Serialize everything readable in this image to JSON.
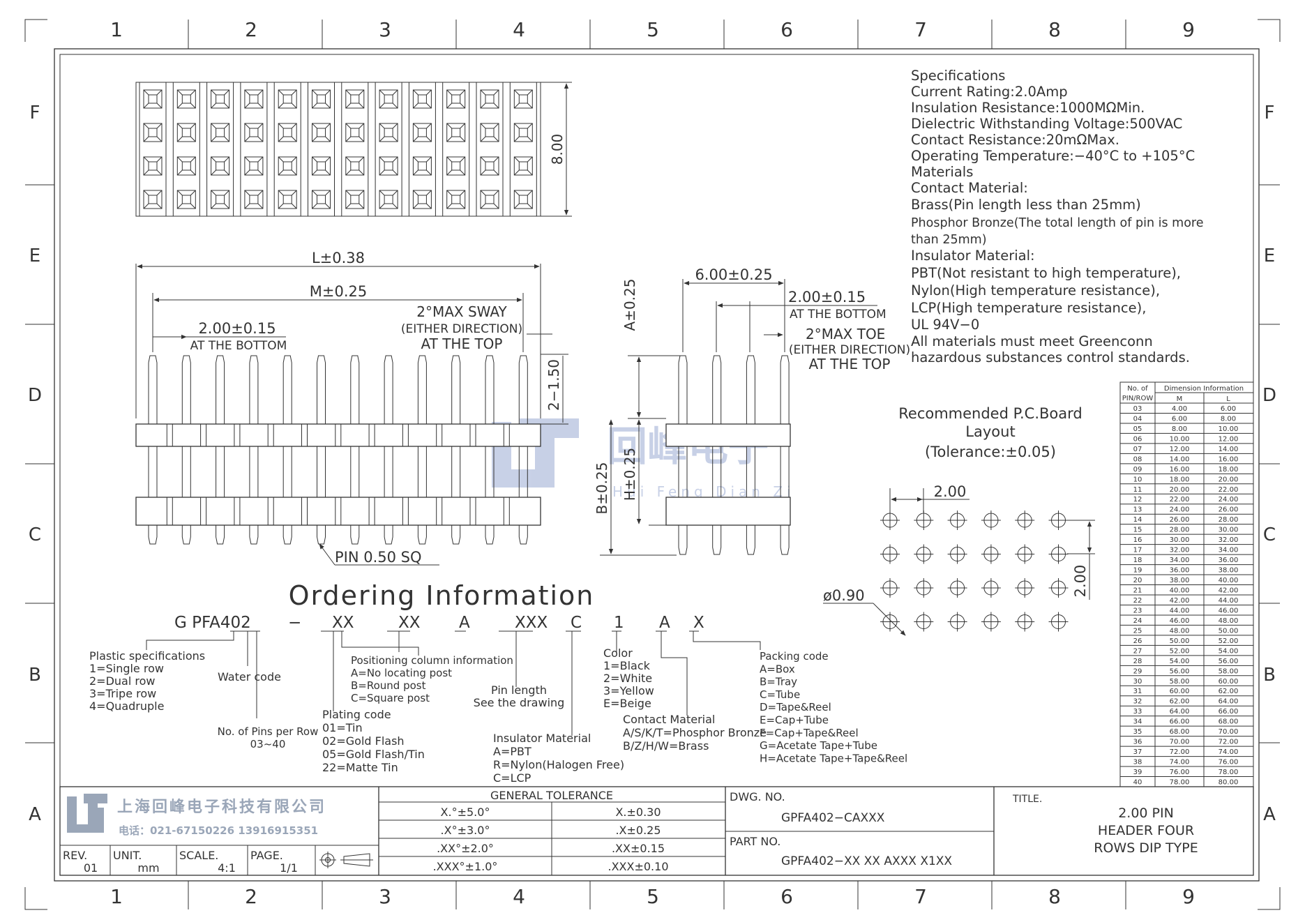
{
  "frame": {
    "col_labels": [
      "1",
      "2",
      "3",
      "4",
      "5",
      "6",
      "7",
      "8",
      "9"
    ],
    "row_labels": [
      "F",
      "E",
      "D",
      "C",
      "B",
      "A"
    ]
  },
  "specs": {
    "lines": [
      "Specifications",
      "Current  Rating:2.0Amp",
      "Insulation  Resistance:1000MΩMin.",
      "Dielectric  Withstanding  Voltage:500VAC",
      "Contact  Resistance:20mΩMax.",
      "Operating  Temperature:−40°C  to  +105°C",
      "Materials",
      "Contact  Material:",
      "Brass(Pin  length  less  than  25mm)",
      "Phosphor Bronze(The total length of pin is more",
      "than 25mm)",
      "Insulator  Material:",
      "PBT(Not  resistant  to  high  temperature),",
      "Nylon(High  temperature  resistance),",
      "LCP(High  temperature  resistance),",
      "UL  94V−0",
      "All  materials  must  meet  Greenconn",
      "hazardous  substances  control  standards."
    ]
  },
  "top_view": {
    "dim_height": "8.00"
  },
  "front_view": {
    "dim_L": "L±0.38",
    "dim_M": "M±0.25",
    "dim_pitch": "2.00±0.15",
    "dim_pitch_note": "AT THE BOTTOM",
    "sway_1": "2°MAX  SWAY",
    "sway_2": "(EITHER DIRECTION)",
    "sway_3": "AT  THE  TOP",
    "dim_tail": "2−1.50",
    "pin_note": "PIN  0.50  SQ"
  },
  "side_view": {
    "dim_A": "A±0.25",
    "dim_B": "B±0.25",
    "dim_H": "H±0.25",
    "dim_width": "6.00±0.25",
    "dim_pitch": "2.00±0.15",
    "dim_pitch_note": "AT THE BOTTOM",
    "toe_1": "2°MAX  TOE",
    "toe_2": "(EITHER DIRECTION)",
    "toe_3": "AT  THE  TOP"
  },
  "watermark": {
    "cn": "回峰电子",
    "en": "Hui Feng Dian Zi"
  },
  "pcb": {
    "title_1": "Recommended  P.C.Board",
    "title_2": "Layout",
    "title_3": "(Tolerance:±0.05)",
    "dim_pitch_x": "2.00",
    "dim_pitch_y": "2.00",
    "dim_hole": "ø0.90"
  },
  "dim_table": {
    "header_col1": "No.  of\nPIN/ROW",
    "header_group": "Dimension  Information",
    "header_m": "M",
    "header_l": "L",
    "rows": [
      [
        "03",
        "4.00",
        "6.00"
      ],
      [
        "04",
        "6.00",
        "8.00"
      ],
      [
        "05",
        "8.00",
        "10.00"
      ],
      [
        "06",
        "10.00",
        "12.00"
      ],
      [
        "07",
        "12.00",
        "14.00"
      ],
      [
        "08",
        "14.00",
        "16.00"
      ],
      [
        "09",
        "16.00",
        "18.00"
      ],
      [
        "10",
        "18.00",
        "20.00"
      ],
      [
        "11",
        "20.00",
        "22.00"
      ],
      [
        "12",
        "22.00",
        "24.00"
      ],
      [
        "13",
        "24.00",
        "26.00"
      ],
      [
        "14",
        "26.00",
        "28.00"
      ],
      [
        "15",
        "28.00",
        "30.00"
      ],
      [
        "16",
        "30.00",
        "32.00"
      ],
      [
        "17",
        "32.00",
        "34.00"
      ],
      [
        "18",
        "34.00",
        "36.00"
      ],
      [
        "19",
        "36.00",
        "38.00"
      ],
      [
        "20",
        "38.00",
        "40.00"
      ],
      [
        "21",
        "40.00",
        "42.00"
      ],
      [
        "22",
        "42.00",
        "44.00"
      ],
      [
        "23",
        "44.00",
        "46.00"
      ],
      [
        "24",
        "46.00",
        "48.00"
      ],
      [
        "25",
        "48.00",
        "50.00"
      ],
      [
        "26",
        "50.00",
        "52.00"
      ],
      [
        "27",
        "52.00",
        "54.00"
      ],
      [
        "28",
        "54.00",
        "56.00"
      ],
      [
        "29",
        "56.00",
        "58.00"
      ],
      [
        "30",
        "58.00",
        "60.00"
      ],
      [
        "31",
        "60.00",
        "62.00"
      ],
      [
        "32",
        "62.00",
        "64.00"
      ],
      [
        "33",
        "64.00",
        "66.00"
      ],
      [
        "34",
        "66.00",
        "68.00"
      ],
      [
        "35",
        "68.00",
        "70.00"
      ],
      [
        "36",
        "70.00",
        "72.00"
      ],
      [
        "37",
        "72.00",
        "74.00"
      ],
      [
        "38",
        "74.00",
        "76.00"
      ],
      [
        "39",
        "76.00",
        "78.00"
      ],
      [
        "40",
        "78.00",
        "80.00"
      ]
    ]
  },
  "ordering": {
    "title": "Ordering  Information",
    "code_parts": [
      "G  PFA402",
      "−",
      "XX",
      "XX",
      "A",
      "XXX",
      "C",
      "1",
      "A",
      "X"
    ],
    "plastic": [
      "Plastic  specifications",
      "1=Single  row",
      "2=Dual  row",
      "3=Tripe  row",
      "4=Quadruple"
    ],
    "water": "Water  code",
    "pins_per_row": [
      "No.  of  Pins per  Row",
      "03~40"
    ],
    "plating": [
      "Plating  code",
      "01=Tin",
      "02=Gold  Flash",
      "05=Gold  Flash/Tin",
      "22=Matte  Tin"
    ],
    "positioning": [
      "Positioning  column  information",
      "A=No  locating  post",
      "B=Round  post",
      "C=Square  post"
    ],
    "pin_length": [
      "Pin  length",
      "See  the  drawing"
    ],
    "insulator": [
      "Insulator  Material",
      "A=PBT",
      "R=Nylon(Halogen  Free)",
      "C=LCP"
    ],
    "color": [
      "Color",
      "1=Black",
      "2=White",
      "3=Yellow",
      "E=Beige"
    ],
    "contact": [
      "Contact  Material",
      "A/S/K/T=Phosphor  Bronze",
      "B/Z/H/W=Brass"
    ],
    "packing": [
      "Packing  code",
      "A=Box",
      "B=Tray",
      "C=Tube",
      "D=Tape&Reel",
      "E=Cap+Tube",
      "F=Cap+Tape&Reel",
      "G=Acetate  Tape+Tube",
      "H=Acetate  Tape+Tape&Reel"
    ]
  },
  "title_block": {
    "company": "上海回峰电子科技有限公司",
    "phone": "电话：021-67150226   13916915351",
    "rev_label": "REV.",
    "rev": "01",
    "unit_label": "UNIT.",
    "unit": "mm",
    "scale_label": "SCALE.",
    "scale": "4:1",
    "page_label": "PAGE.",
    "page": "1/1",
    "tol_title": "GENERAL TOLERANCE",
    "tol_rows": [
      [
        "X.°±5.0°",
        "X.±0.30"
      ],
      [
        ".X°±3.0°",
        ".X±0.25"
      ],
      [
        ".XX°±2.0°",
        ".XX±0.15"
      ],
      [
        ".XXX°±1.0°",
        ".XXX±0.10"
      ]
    ],
    "dwg_no_label": "DWG. NO.",
    "dwg_no": "GPFA402−CAXXX",
    "part_no_label": "PART NO.",
    "part_no": "GPFA402−XX  XX  AXXX  X1XX",
    "title_label": "TITLE.",
    "title_lines": [
      "2.00  PIN",
      "HEADER  FOUR",
      "ROWS  DIP  TYPE"
    ]
  }
}
